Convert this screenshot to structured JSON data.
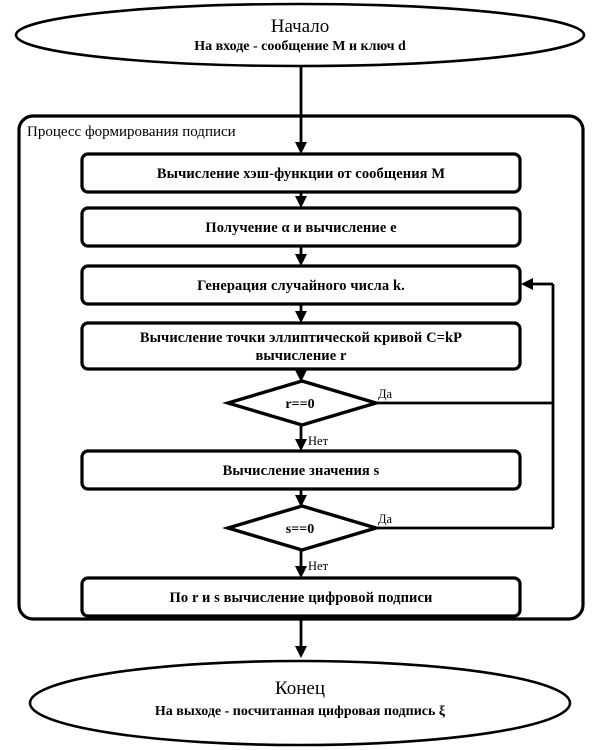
{
  "diagram": {
    "title_text": "Начало",
    "language": "ru",
    "colors": {
      "stroke": "#000000",
      "fill": "#ffffff",
      "text": "#000000"
    },
    "start": {
      "title": "Начало",
      "subtitle": "На входе - сообщение M и ключ d"
    },
    "end": {
      "title": "Конец",
      "subtitle": "На выходе - посчитанная цифровая подпись ξ"
    },
    "container": {
      "label": "Процесс формирования подписи"
    },
    "steps": [
      {
        "id": "hash",
        "label": "Вычисление хэш-функции от сообщения M"
      },
      {
        "id": "alpha",
        "label": "Получение α и вычисление e"
      },
      {
        "id": "randk",
        "label": "Генерация случайного числа k."
      },
      {
        "id": "curve_line1",
        "label": "Вычисление точки эллиптической кривой C=kP"
      },
      {
        "id": "curve_line2",
        "label": "вычисление r"
      },
      {
        "id": "calc_s",
        "label": "Вычисление значения s"
      },
      {
        "id": "sign",
        "label": "По r и s вычисление цифровой подписи"
      }
    ],
    "decisions": [
      {
        "id": "r_zero",
        "label": "r==0",
        "yes_label": "Да",
        "no_label": "Нет"
      },
      {
        "id": "s_zero",
        "label": "s==0",
        "yes_label": "Да",
        "no_label": "Нет"
      }
    ]
  }
}
